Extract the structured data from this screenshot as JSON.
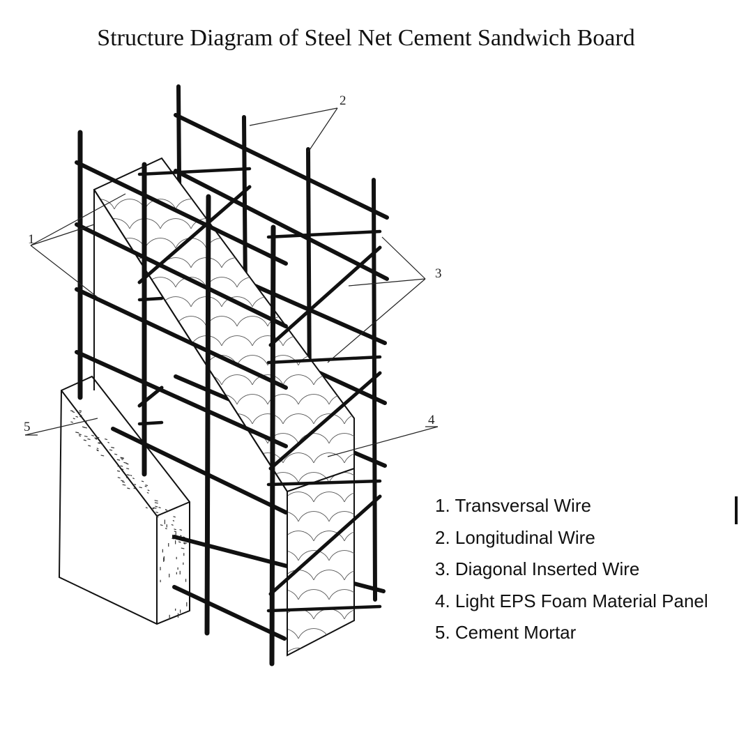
{
  "title": "Structure Diagram of Steel Net Cement Sandwich Board",
  "callouts": {
    "c1": "1",
    "c2": "2",
    "c3": "3",
    "c4": "4",
    "c5": "5"
  },
  "legend": [
    "1. Transversal Wire",
    "2. Longitudinal Wire",
    "3. Diagonal Inserted Wire",
    "4. Light EPS Foam Material Panel",
    "5. Cement Mortar"
  ],
  "colors": {
    "ink": "#111111",
    "paper": "#ffffff",
    "mortar_dots": "#333333"
  }
}
